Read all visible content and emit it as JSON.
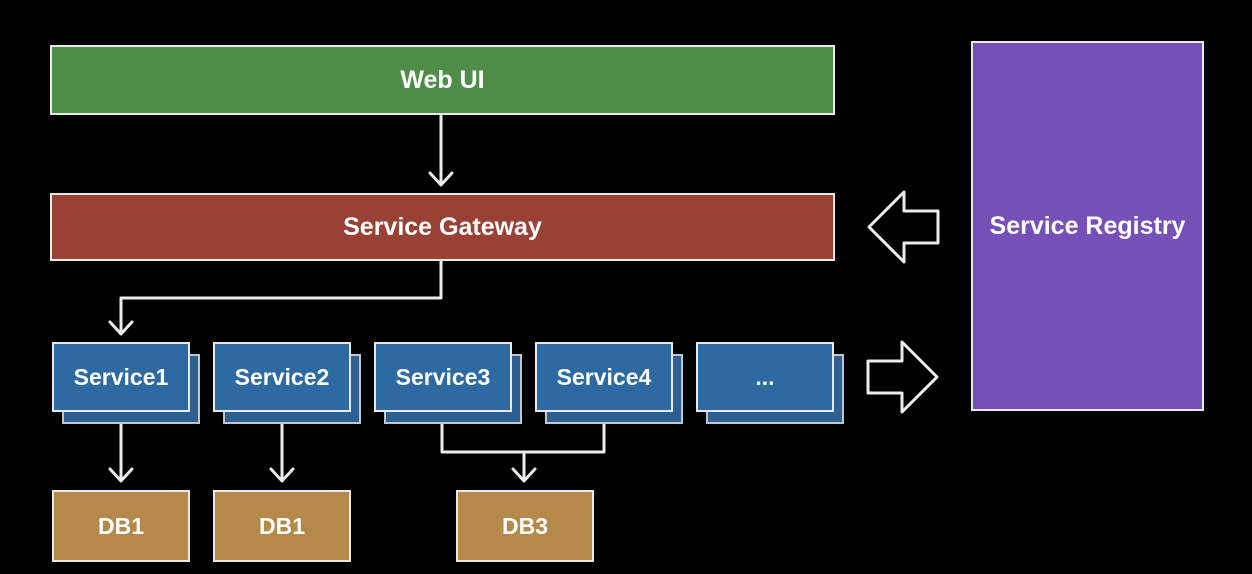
{
  "diagram": {
    "web_ui": "Web UI",
    "service_gateway": "Service Gateway",
    "service_registry": "Service Registry",
    "services": [
      "Service1",
      "Service2",
      "Service3",
      "Service4",
      "..."
    ],
    "databases": [
      "DB1",
      "DB1",
      "DB3"
    ]
  },
  "colors": {
    "web_ui": "#4e8d48",
    "service_gateway": "#9a4136",
    "service_registry": "#7450b8",
    "service": "#2d6aa2",
    "database": "#b4894a",
    "connector": "#e9e9e9"
  }
}
